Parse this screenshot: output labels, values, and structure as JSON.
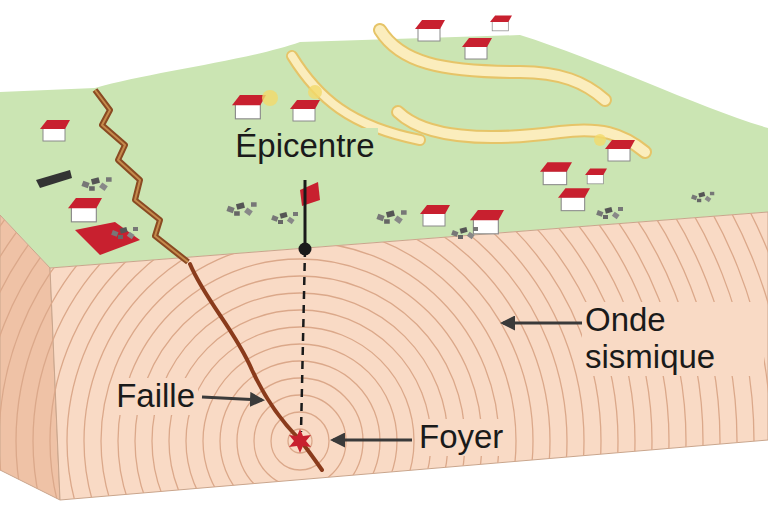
{
  "diagram": {
    "labels": [
      "Épicentre",
      "Onde sismique",
      "Faille",
      "Foyer"
    ]
  }
}
